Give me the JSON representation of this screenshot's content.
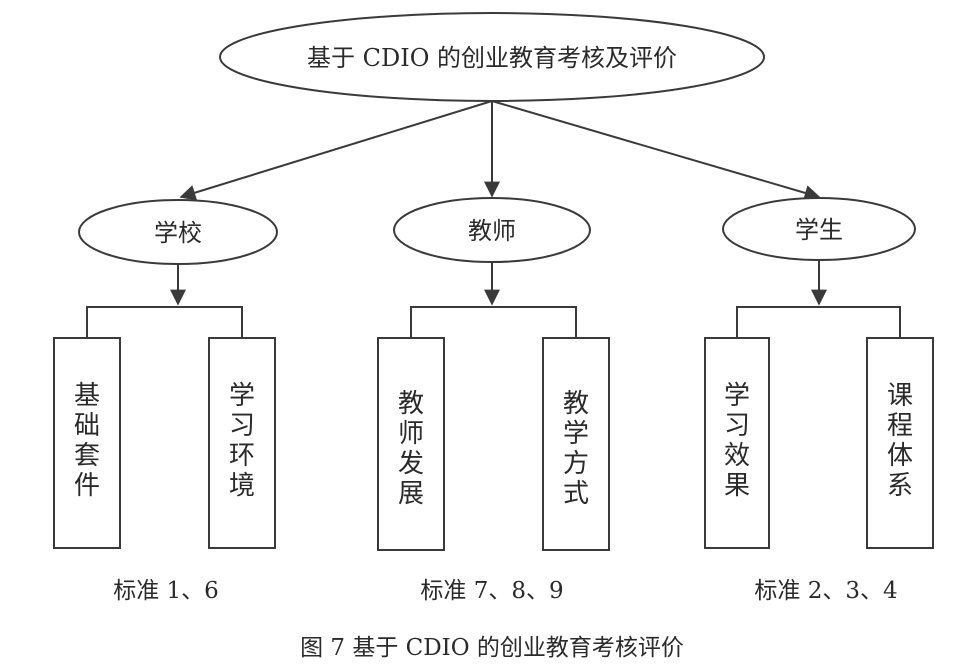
{
  "root": {
    "label": "基于 CDIO 的创业教育考核及评价"
  },
  "groups": [
    {
      "label": "学校",
      "items": [
        [
          "基",
          "础",
          "套",
          "件"
        ],
        [
          "学",
          "习",
          "环",
          "境"
        ]
      ],
      "standard": "标准 1、6"
    },
    {
      "label": "教师",
      "items": [
        [
          "教",
          "师",
          "发",
          "展"
        ],
        [
          "教",
          "学",
          "方",
          "式"
        ]
      ],
      "standard": "标准 7、8、9"
    },
    {
      "label": "学生",
      "items": [
        [
          "学",
          "习",
          "效",
          "果"
        ],
        [
          "课",
          "程",
          "体",
          "系"
        ]
      ],
      "standard": "标准 2、3、4"
    }
  ],
  "caption": "图 7  基于 CDIO 的创业教育考核评价"
}
